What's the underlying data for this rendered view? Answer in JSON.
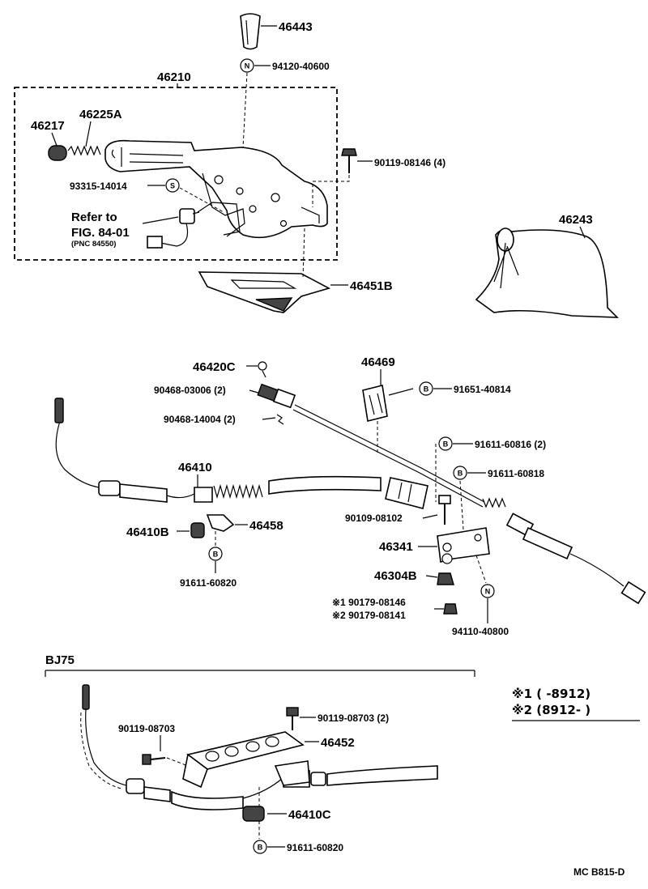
{
  "parts": {
    "knob": "46443",
    "knob_nut": "94120-40600",
    "lever_assy": "46210",
    "release_rod": "46217",
    "spring": "46225A",
    "screw_93315": "93315-14014",
    "bolt_top": "90119-08146 (4)",
    "refer_line1": "Refer to",
    "refer_line2": "FIG. 84-01",
    "refer_line3": "(PNC 84550)",
    "boot": "46243",
    "bracket_46451b": "46451B",
    "clevis_pin": "46420C",
    "clip_03006": "90468-03006 (2)",
    "clip_14004": "90468-14004 (2)",
    "guide_46469": "46469",
    "bolt_40814": "91651-40814",
    "bolt_60816": "91611-60816 (2)",
    "bolt_60818": "91611-60818",
    "cable_front": "46410",
    "pin_08102": "90109-08102",
    "grommet_46410b": "46410B",
    "clamp_46458": "46458",
    "bolt_60820": "91611-60820",
    "equalizer": "46341",
    "bush_46304b": "46304B",
    "note1": "※1 90179-08146",
    "note2": "※2 90179-08141",
    "nut_40800": "94110-40800",
    "section_title": "BJ75",
    "bolt_08703": "90119-08703",
    "bolt_08703_2": "90119-08703 (2)",
    "bracket_46452": "46452",
    "grommet_46410c": "46410C",
    "bolt_60820_b": "91611-60820"
  },
  "symbols": {
    "n": "N",
    "s": "S",
    "b": "B"
  },
  "legend": {
    "row1": "※1 (      -8912)",
    "row2": "※2 (8912-        )"
  },
  "figure_code": "MC  B815-D"
}
